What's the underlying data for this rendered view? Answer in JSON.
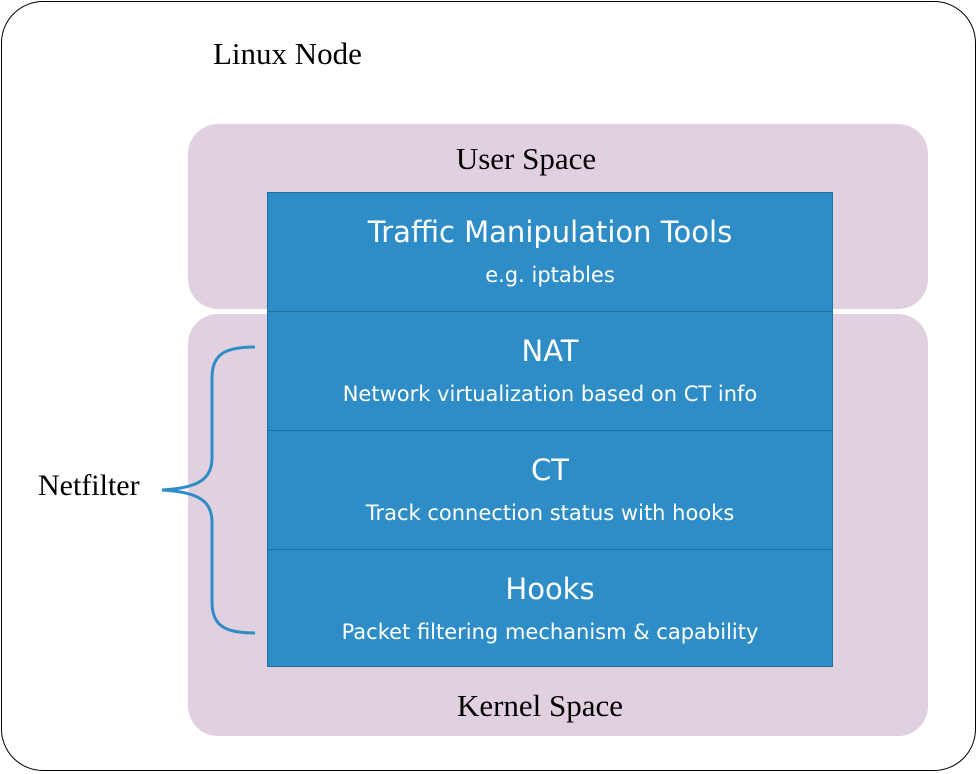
{
  "node": {
    "title": "Linux Node"
  },
  "user_space": {
    "label": "User Space"
  },
  "kernel_space": {
    "label": "Kernel Space"
  },
  "layers": {
    "tools": {
      "title": "Traffic Manipulation Tools",
      "desc": "e.g. iptables"
    },
    "nat": {
      "title": "NAT",
      "desc": "Network virtualization based on CT info"
    },
    "ct": {
      "title": "CT",
      "desc": "Track connection status with hooks"
    },
    "hooks": {
      "title": "Hooks",
      "desc": "Packet filtering mechanism & capability"
    }
  },
  "netfilter": {
    "label": "Netfilter"
  },
  "colors": {
    "layer_fill": "#2e8dc6",
    "space_fill": "#e1d0df",
    "brace_stroke": "#2e8dc6"
  }
}
